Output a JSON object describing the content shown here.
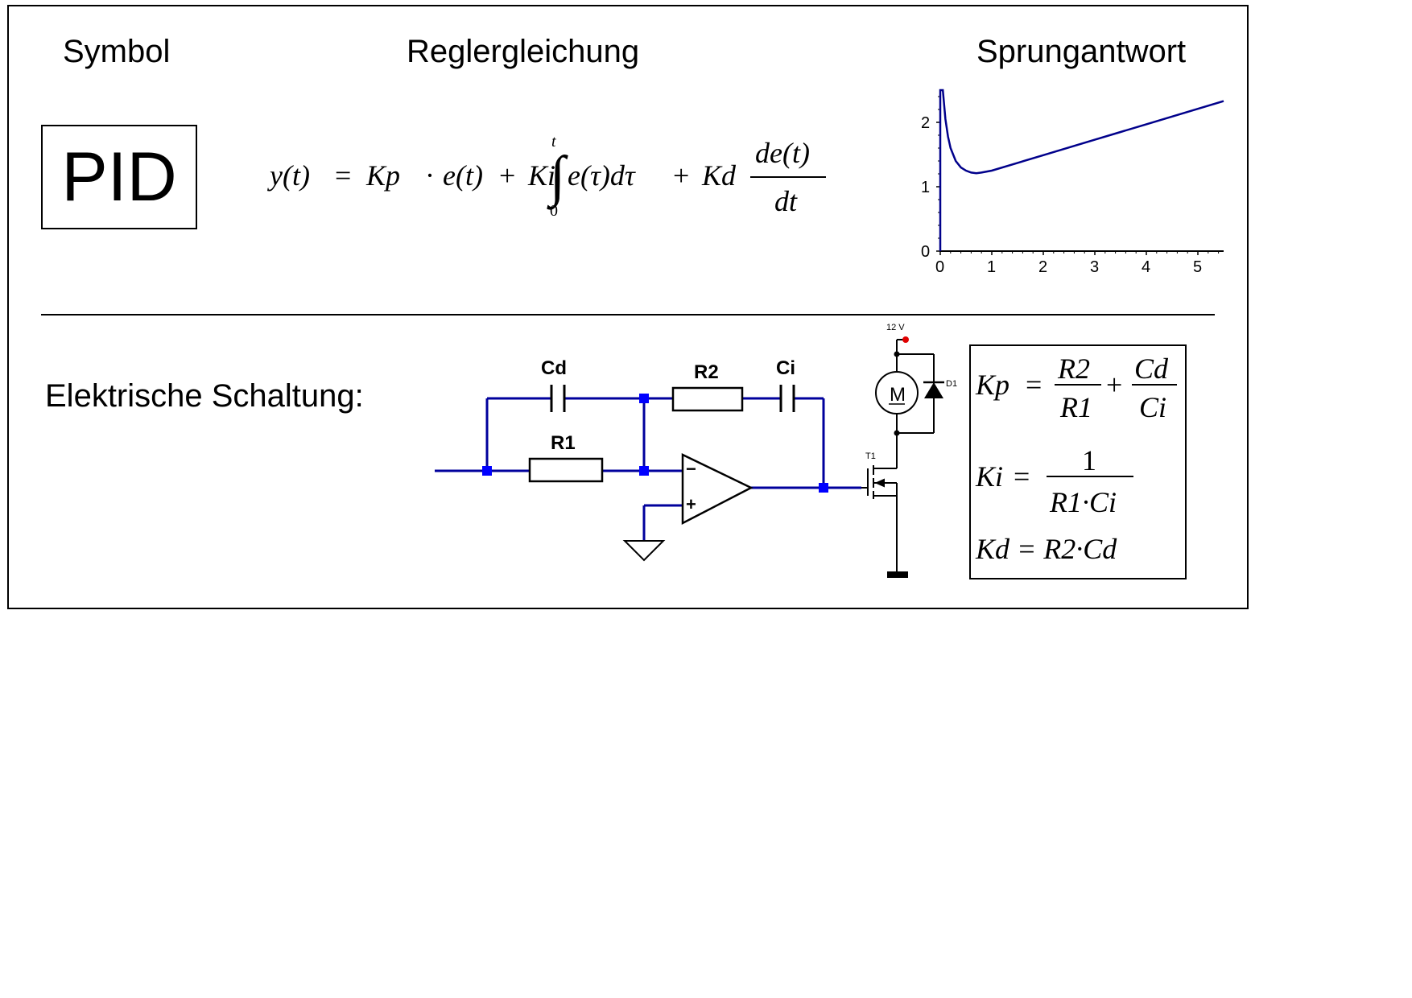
{
  "headers": {
    "symbol": "Symbol",
    "equation": "Reglergleichung",
    "step_response": "Sprungantwort",
    "circuit": "Elektrische Schaltung:"
  },
  "symbol_label": "PID",
  "equation": {
    "lhs": "y(t)",
    "eq": "=",
    "kp": "Kp",
    "dot": "·",
    "et": "e(t)",
    "plus1": "+",
    "ki": "Ki",
    "int_upper": "t",
    "int_lower": "0",
    "integrand": "e(τ)dτ",
    "plus2": "+",
    "kd": "Kd",
    "frac_num": "de(t)",
    "frac_den": "dt"
  },
  "chart_data": {
    "type": "line",
    "title": "",
    "xlabel": "",
    "ylabel": "",
    "xlim": [
      0,
      5.5
    ],
    "ylim": [
      0,
      2.5
    ],
    "x_ticks": [
      "0",
      "1",
      "2",
      "3",
      "4",
      "5"
    ],
    "y_ticks": [
      "0",
      "1",
      "2"
    ],
    "grid": false,
    "color": "#00008b",
    "series": [
      {
        "x": [
          0,
          0,
          0.05,
          0.1,
          0.15,
          0.2,
          0.3,
          0.4,
          0.5,
          0.6,
          0.7,
          0.8,
          1.0,
          1.5,
          2.0,
          2.5,
          3.0,
          3.5,
          4.0,
          4.5,
          5.0,
          5.5
        ],
        "y": [
          0,
          2.5,
          2.5,
          2.05,
          1.78,
          1.6,
          1.4,
          1.3,
          1.25,
          1.22,
          1.21,
          1.22,
          1.25,
          1.37,
          1.49,
          1.61,
          1.73,
          1.85,
          1.97,
          2.09,
          2.21,
          2.33
        ]
      }
    ]
  },
  "circuit": {
    "cd": "Cd",
    "r2": "R2",
    "ci": "Ci",
    "r1": "R1",
    "minus": "−",
    "plus": "+",
    "v12": "12 V",
    "motor": "M",
    "d1": "D1",
    "t1": "T1",
    "wire_color": "#00009c",
    "node_color": "#0000ff",
    "supply_color": "#e00000"
  },
  "formulas": {
    "kp_lhs": "Kp",
    "kp_eq": "=",
    "kp_num1": "R2",
    "kp_den1": "R1",
    "kp_plus": "+",
    "kp_num2": "Cd",
    "kp_den2": "Ci",
    "ki_lhs": "Ki",
    "ki_eq": "=",
    "ki_num": "1",
    "ki_den": "R1·Ci",
    "kd_line": "Kd = R2·Cd"
  }
}
